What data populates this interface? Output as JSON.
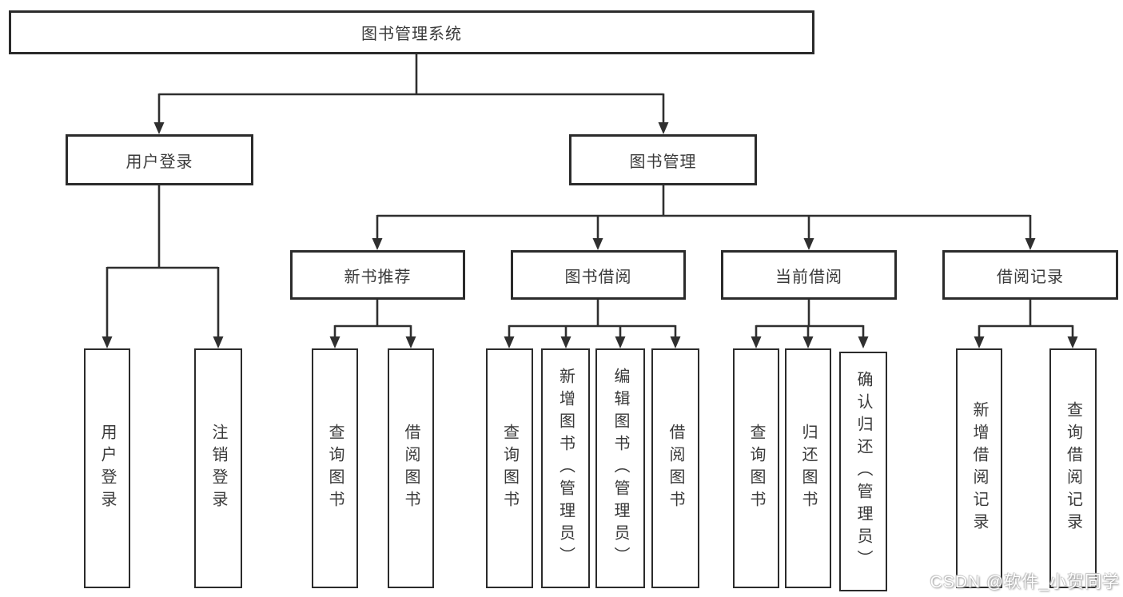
{
  "diagram": {
    "title": "图书管理系统",
    "level2": {
      "user_login": "用户登录",
      "book_mgmt": "图书管理"
    },
    "level3": {
      "new_book": "新书推荐",
      "book_borrow": "图书借阅",
      "current_borrow": "当前借阅",
      "borrow_record": "借阅记录"
    },
    "leaves": {
      "user_login": [
        "用户登录",
        "注销登录"
      ],
      "new_book": [
        "查询图书",
        "借阅图书"
      ],
      "book_borrow": [
        "查询图书",
        "新增图书（管理员）",
        "编辑图书（管理员）",
        "借阅图书"
      ],
      "current_borrow": [
        "查询图书",
        "归还图书",
        "确认归还（管理员）"
      ],
      "borrow_record": [
        "新增借阅记录",
        "查询借阅记录"
      ]
    }
  },
  "watermark": {
    "text": "CSDN @软件_小贺同学"
  },
  "colors": {
    "line": "#2f2f2f",
    "box_border": "#2b2b2b",
    "text": "#3a3a3a",
    "background": "#ffffff",
    "watermark_text": "#ffffff"
  }
}
